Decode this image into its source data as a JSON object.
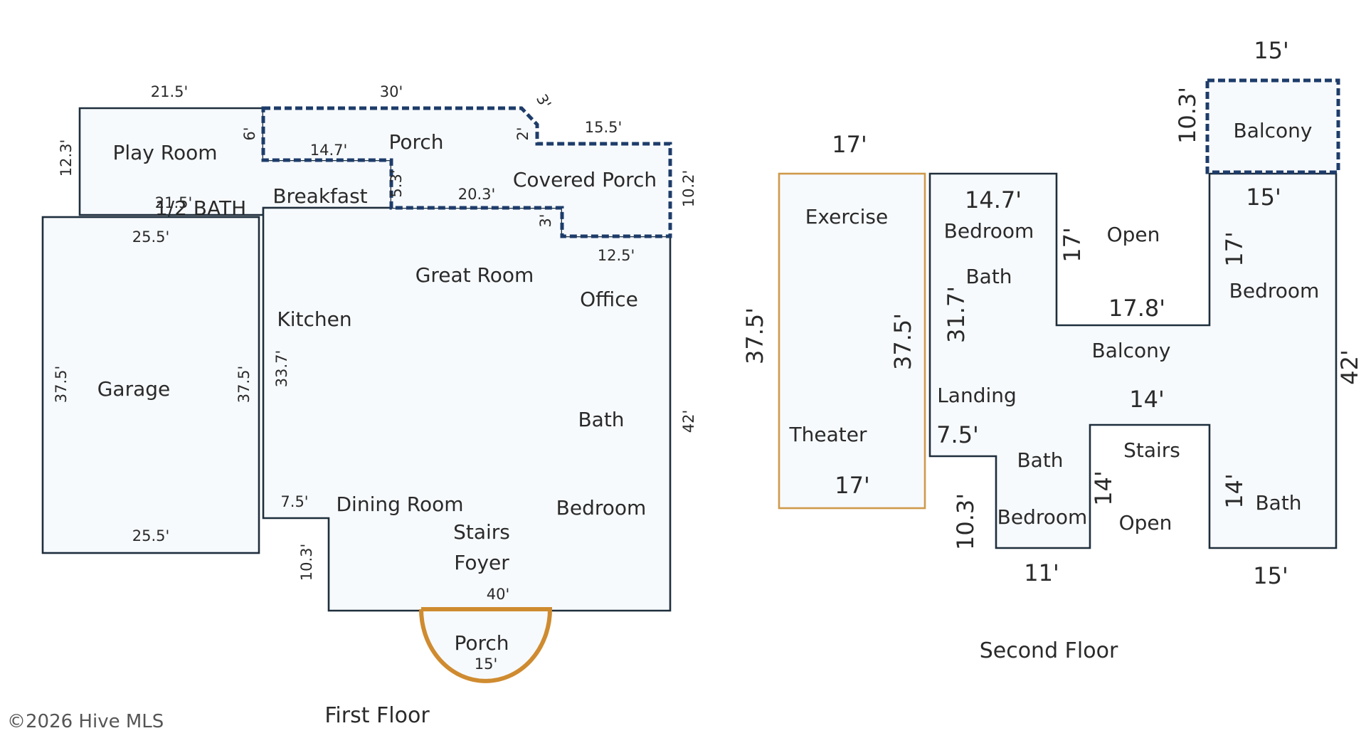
{
  "first_floor": {
    "title": "First Floor",
    "rooms": {
      "play_room": "Play Room",
      "half_bath": "1/2 BATH",
      "breakfast": "Breakfast",
      "porch_top": "Porch",
      "covered_porch": "Covered Porch",
      "great_room": "Great Room",
      "office": "Office",
      "kitchen": "Kitchen",
      "garage": "Garage",
      "bath": "Bath",
      "dining_room": "Dining Room",
      "bedroom": "Bedroom",
      "stairs": "Stairs",
      "foyer": "Foyer",
      "porch_front": "Porch"
    },
    "dims": {
      "top_left": "21.5'",
      "top_mid": "30'",
      "porch_angle": "3'",
      "play_left": "12.3'",
      "porch_six": "6'",
      "porch_two": "2'",
      "covered_top": "15.5'",
      "porch_inner": "14.7'",
      "half_bath_w": "21.5'",
      "porch_step": "5.3'",
      "covered_inner": "20.3'",
      "covered_three": "3'",
      "covered_right": "10.2'",
      "office_top": "12.5'",
      "garage_top": "25.5'",
      "garage_left": "37.5'",
      "garage_right": "37.5'",
      "garage_bottom": "25.5'",
      "kitchen_left": "33.7'",
      "house_right": "42'",
      "dining_step": "7.5'",
      "dining_left": "10.3'",
      "house_bottom": "40'",
      "porch_front_w": "15'"
    }
  },
  "second_floor": {
    "title": "Second Floor",
    "rooms": {
      "exercise": "Exercise",
      "theater": "Theater",
      "bedroom_left": "Bedroom",
      "bath_left": "Bath",
      "open_top": "Open",
      "balcony_mid": "Balcony",
      "landing": "Landing",
      "balcony_top": "Balcony",
      "bedroom_right": "Bedroom",
      "bath_bottom_mid": "Bath",
      "bedroom_bottom": "Bedroom",
      "stairs": "Stairs",
      "open_bottom": "Open",
      "bath_right": "Bath"
    },
    "dims": {
      "balcony_top_w": "15'",
      "balcony_h": "10.3'",
      "theater_top": "17'",
      "theater_left": "37.5'",
      "theater_right": "37.5'",
      "theater_bottom": "17'",
      "bed_top": "14.7'",
      "open_left": "17'",
      "left_wing": "31.7'",
      "open_bottom": "17.8'",
      "right_upper_w": "15'",
      "right_upper_h": "17'",
      "right_side": "42'",
      "notch_w": "14'",
      "landing_step": "7.5'",
      "lower_left_h": "10.3'",
      "lower_bottom": "11'",
      "stairs_left": "14'",
      "bath_right_h": "14'",
      "bottom_right": "15'"
    }
  },
  "copyright": "©2026 Hive MLS"
}
